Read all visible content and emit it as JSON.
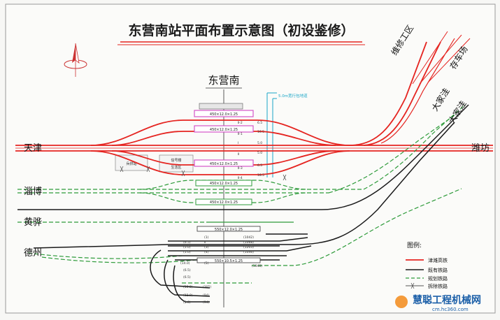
{
  "title": "东营南站平面布置示意图（初设鉴修）",
  "station_name": "东营南",
  "top_note": "5.0m宽行包地道",
  "depot_labels": {
    "maintenance": "维修工区",
    "storage": "存车场"
  },
  "directions": {
    "tianjin": "天津",
    "zibo": "淄博",
    "huanghua": "黄骅",
    "dezhou": "德州",
    "weifang": "潍坊",
    "dajiawa_1": "大家洼",
    "dajiawa_2": "大家洼"
  },
  "buildings": {
    "b1": "兵供站",
    "b2": "信号楼",
    "b3": "生活区"
  },
  "platform_specs": {
    "p1": "450×12.0×1.25",
    "p2": "450×12.0×1.25",
    "p3": "450×12.0×1.25",
    "p4": "450×12.0×1.25",
    "p5": "450×12.0×1.25",
    "freight1": "550×12.0×1.25",
    "freight2": "550×10.5×1.25"
  },
  "hsr_track_labels": [
    "Ⅱ-2",
    "Ⅱ-1",
    "Ⅰ",
    "Ⅱ",
    "Ⅱ-3",
    "Ⅱ-4"
  ],
  "hsr_spacing_labels": [
    "6.5",
    "16.5",
    "5.0",
    "5.0",
    "6.5",
    "18.5"
  ],
  "freight_rows": [
    {
      "spacing": "",
      "track": "(1)",
      "length": "(1042)"
    },
    {
      "spacing": "(6.5)",
      "track": "Ⅱ",
      "length": "(1068)"
    },
    {
      "spacing": "(5.0)",
      "track": "(3)",
      "length": "(1203)"
    },
    {
      "spacing": "(5.0)",
      "track": "(4)",
      "length": "(1046)"
    },
    {
      "spacing": "(14.0)",
      "track": "(5)",
      "length": "(1048)"
    },
    {
      "spacing": "(6.5)",
      "track": "",
      "length": ""
    },
    {
      "spacing": "(6.5)",
      "track": "",
      "length": ""
    },
    {
      "spacing": "(10.0)",
      "track": "",
      "length": "(305)"
    },
    {
      "spacing": "(12.0)",
      "track": "",
      "length": "(94)"
    },
    {
      "spacing": "(5.0)",
      "track": "",
      "length": "(94)"
    }
  ],
  "legend": {
    "title": "图例:",
    "items": [
      {
        "label": "津潍高铁",
        "color": "#e52420",
        "style": "solid"
      },
      {
        "label": "既有铁路",
        "color": "#1a1a1a",
        "style": "solid"
      },
      {
        "label": "规划铁路",
        "color": "#2e9b3a",
        "style": "dashed"
      },
      {
        "label": "拆除铁路",
        "color": "#555555",
        "style": "cross"
      }
    ]
  },
  "colors": {
    "hsr": "#e52420",
    "existing": "#1a1a1a",
    "planned": "#2e9b3a",
    "platform": "#d455c8",
    "cyan": "#1aa6c7",
    "frame": "#e52420"
  },
  "watermark": {
    "text": "慧聪工程机械网",
    "sub": "cm.hc360.com"
  }
}
